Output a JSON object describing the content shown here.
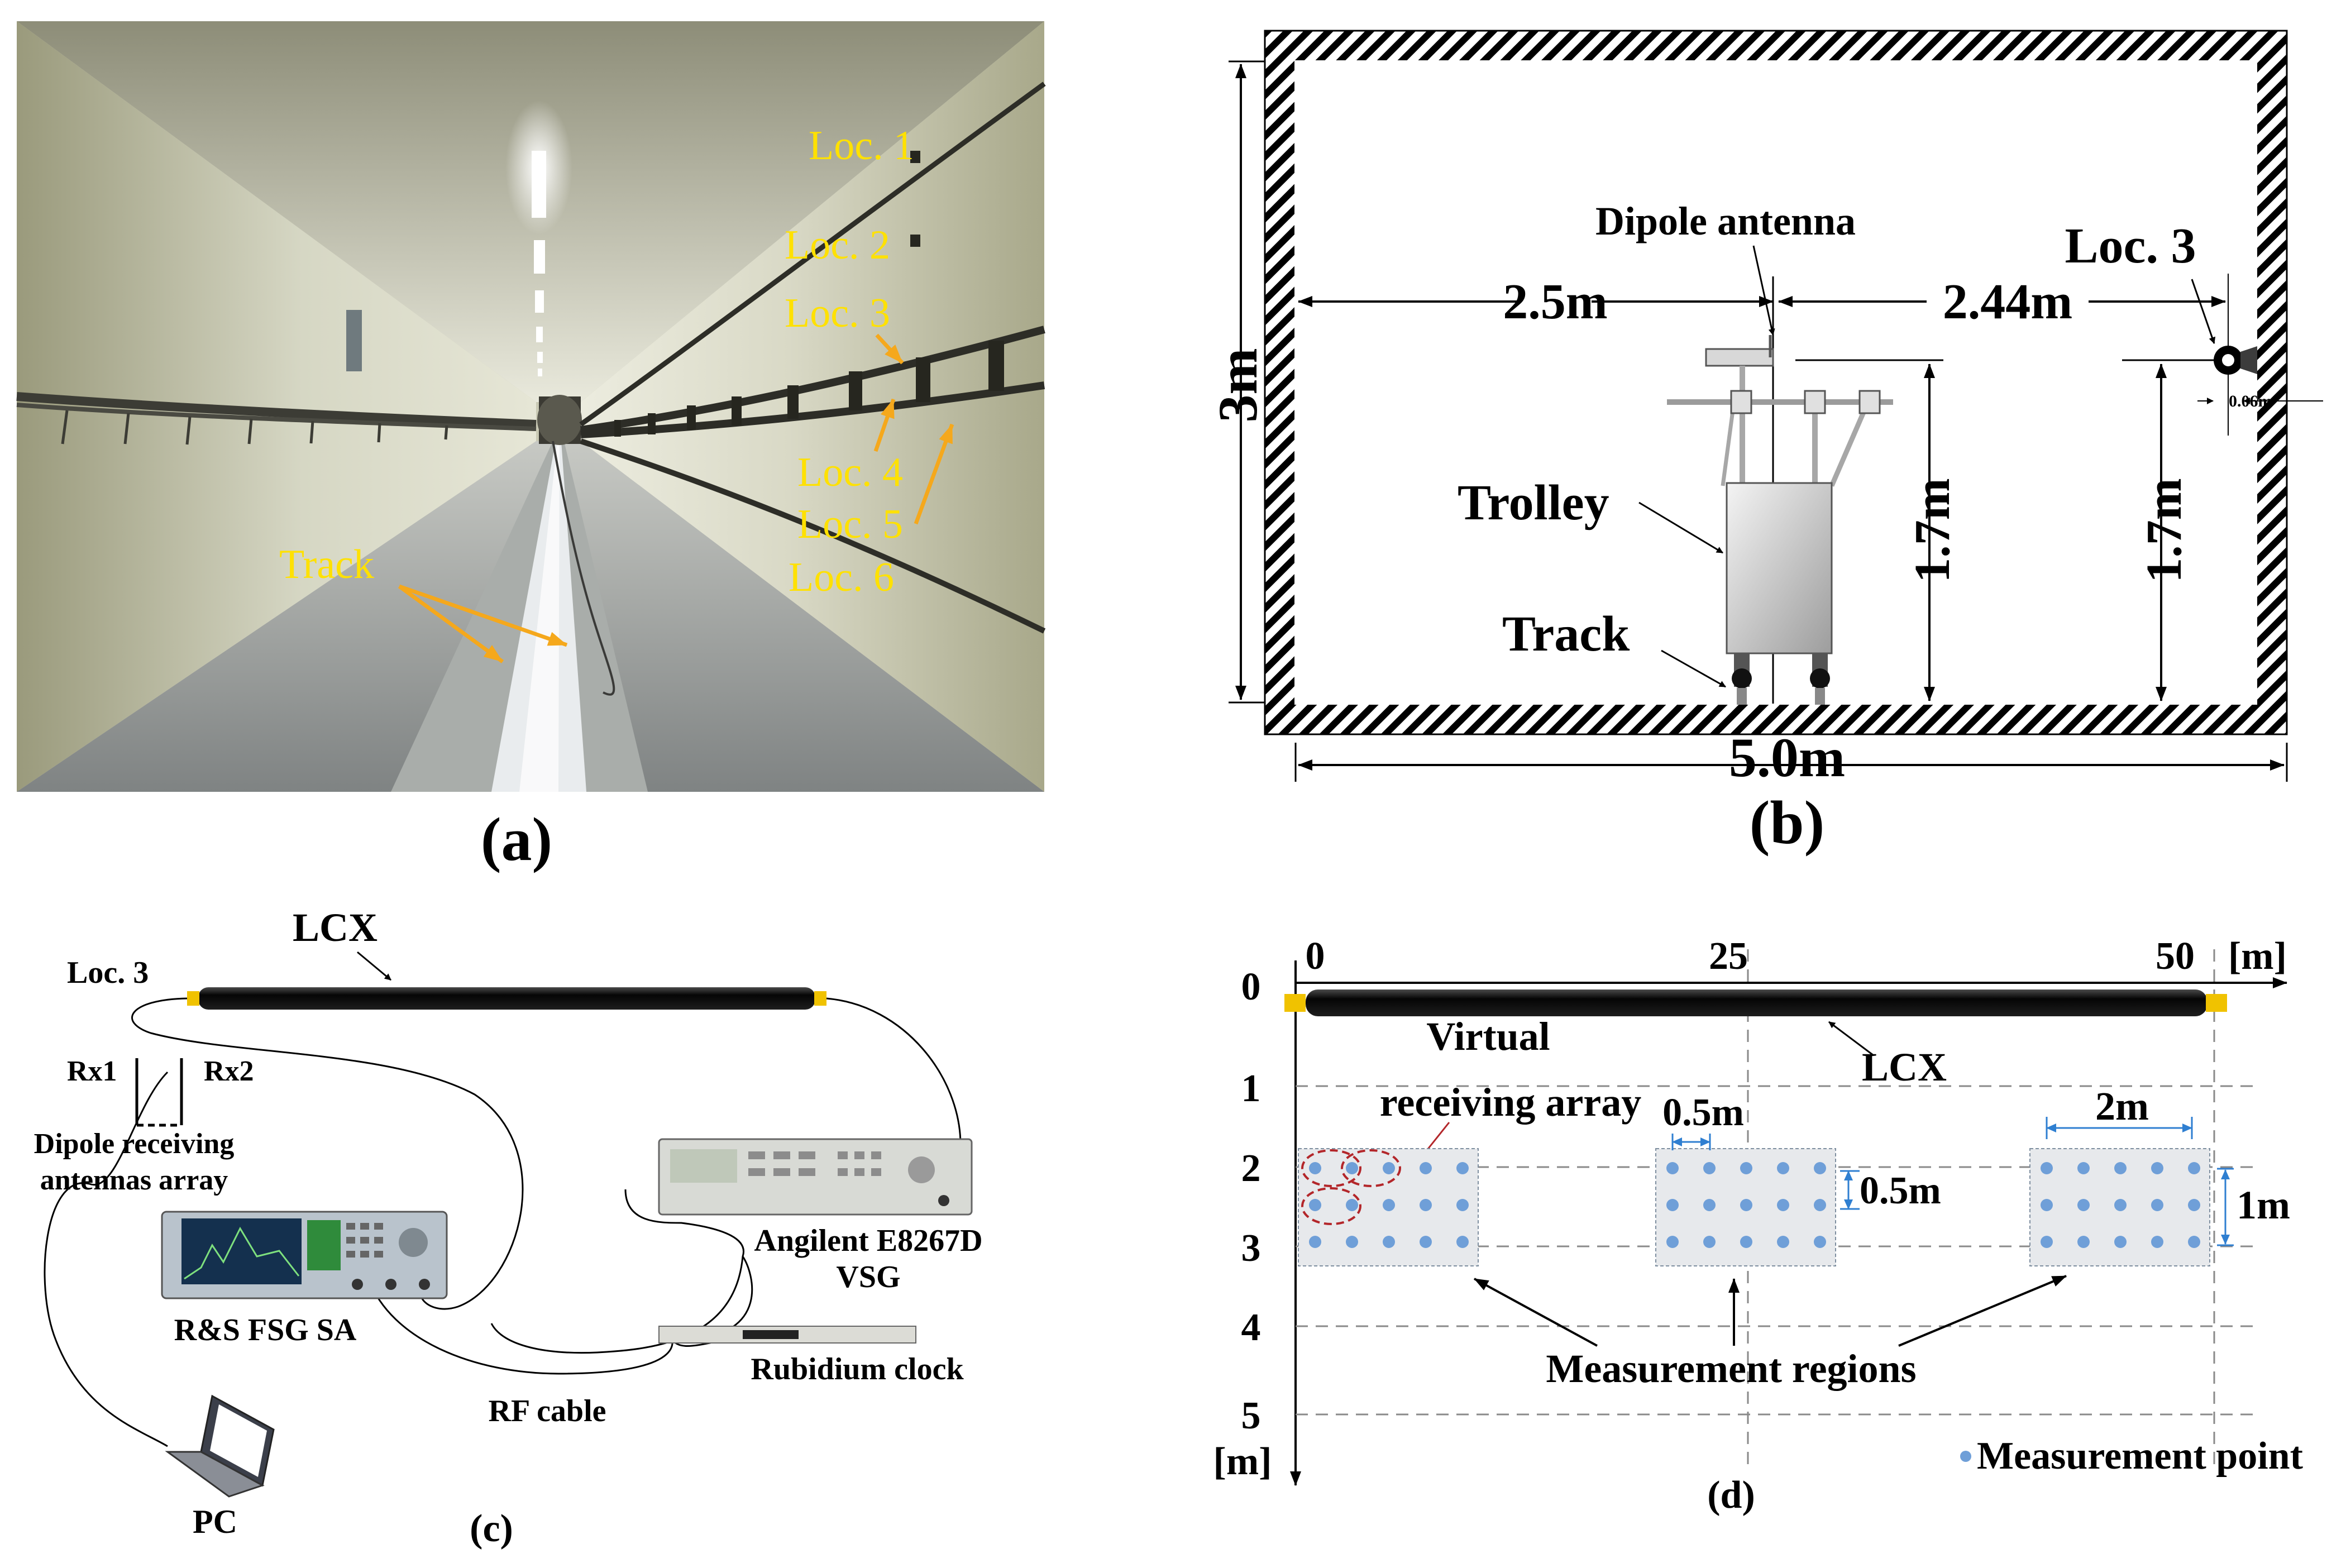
{
  "colors": {
    "annotation_yellow": "#ffe100",
    "arrow_orange": "#f5a81c",
    "hatch": "#000000",
    "dot_blue": "#6f9fd8",
    "region_fill": "#e7e9ec",
    "dash_red": "#b3262a",
    "dim_blue": "#2f7fd1"
  },
  "panel_a": {
    "caption": "(a)",
    "locations": [
      "Loc. 1",
      "Loc. 2",
      "Loc. 3",
      "Loc. 4",
      "Loc. 5",
      "Loc. 6"
    ],
    "track_label": "Track"
  },
  "panel_b": {
    "caption": "(b)",
    "dipole_label": "Dipole antenna",
    "loc_label": "Loc. 3",
    "dist_left": "2.5m",
    "dist_right": "2.44m",
    "height_total": "3m",
    "trolley_label": "Trolley",
    "track_label": "Track",
    "h_antenna": "1.7m",
    "h_cable": "1.7m",
    "cable_radius": "0.06m",
    "width_total": "5.0m"
  },
  "panel_c": {
    "caption": "(c)",
    "lcx_label": "LCX",
    "loc_label": "Loc. 3",
    "rx1": "Rx1",
    "rx2": "Rx2",
    "array_line1": "Dipole receiving",
    "array_line2": "antennas array",
    "vsg_line1": "Angilent E8267D",
    "vsg_line2": "VSG",
    "sa_label": "R&S FSG SA",
    "clock_label": "Rubidium clock",
    "cable_label": "RF cable",
    "pc_label": "PC"
  },
  "panel_d": {
    "caption": "(d)",
    "x_ticks": [
      "0",
      "25",
      "50"
    ],
    "x_unit": "[m]",
    "y_ticks": [
      "0",
      "1",
      "2",
      "3",
      "4",
      "5"
    ],
    "y_unit": "[m]",
    "lcx_label": "LCX",
    "virtual_line1": "Virtual",
    "virtual_line2": "receiving array",
    "spacing_h": "0.5m",
    "spacing_v": "0.5m",
    "region_width": "2m",
    "region_height": "1m",
    "regions_label": "Measurement regions",
    "legend_label": "Measurement point"
  }
}
